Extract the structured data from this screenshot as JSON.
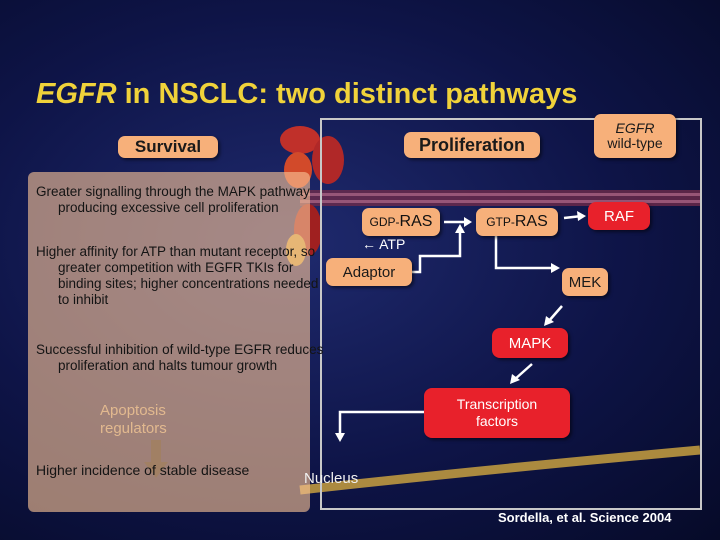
{
  "slide": {
    "title_prefix": "EGFR",
    "title_rest": " in NSCLC: two distinct pathways",
    "citation": "Sordella, et al. Science 2004"
  },
  "headers": {
    "survival": "Survival",
    "proliferation": "Proliferation",
    "egfr_line1": "EGFR",
    "egfr_line2": "wild-type"
  },
  "pathway": {
    "gdp_prefix": "GDP-",
    "gdp_ras": "RAS",
    "gtp_prefix": "GTP-",
    "gtp_ras": "RAS",
    "raf": "RAF",
    "atp": "← ATP",
    "adaptor": "Adaptor",
    "mek": "MEK",
    "mapk": "MAPK",
    "transcription_factors_line1": "Transcription",
    "transcription_factors_line2": "factors",
    "apoptosis_line1": "Apoptosis",
    "apoptosis_line2": "regulators",
    "nucleus": "Nucleus"
  },
  "notes": {
    "para1": "Greater signalling through the MAPK pathway producing excessive cell proliferation",
    "para2": "Higher affinity for ATP than mutant receptor, so greater competition with EGFR TKIs for binding sites; higher concentrations needed to inhibit",
    "para3": "Successful inhibition of wild-type EGFR reduces proliferation and halts tumour growth",
    "para4": "Higher incidence of stable disease"
  },
  "colors": {
    "title": "#f0d23a",
    "box_fill": "#f7b07a",
    "red_box": "#e8212b",
    "overlay": "#f8c496",
    "background": "#0e1447"
  }
}
